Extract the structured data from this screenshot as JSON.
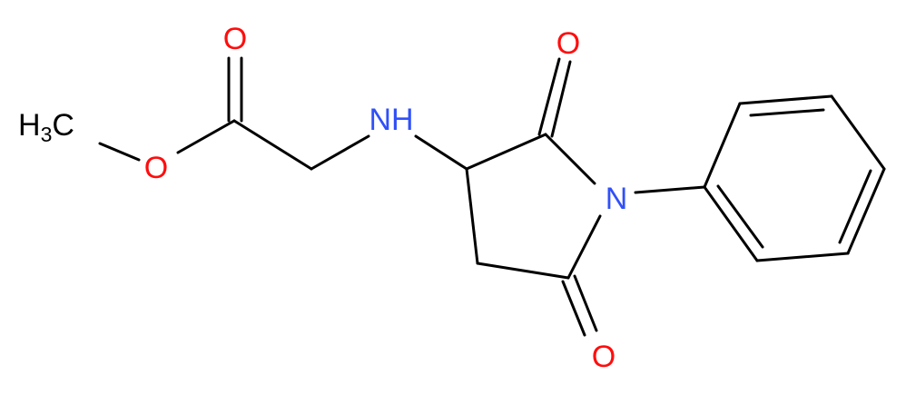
{
  "molecule": {
    "colors": {
      "carbon_bond": "#000000",
      "oxygen": "#ff0d0d",
      "nitrogen": "#3050f8",
      "label_text": "#000000"
    },
    "atoms": {
      "methyl": {
        "text": "H",
        "sub": "3",
        "tail": "C"
      },
      "ester_oxygen": "O",
      "carbonyl_oxygen_top": "O",
      "amine": "NH",
      "imide_oxygen_top": "O",
      "imide_nitrogen": "N",
      "imide_oxygen_bottom": "O"
    }
  }
}
